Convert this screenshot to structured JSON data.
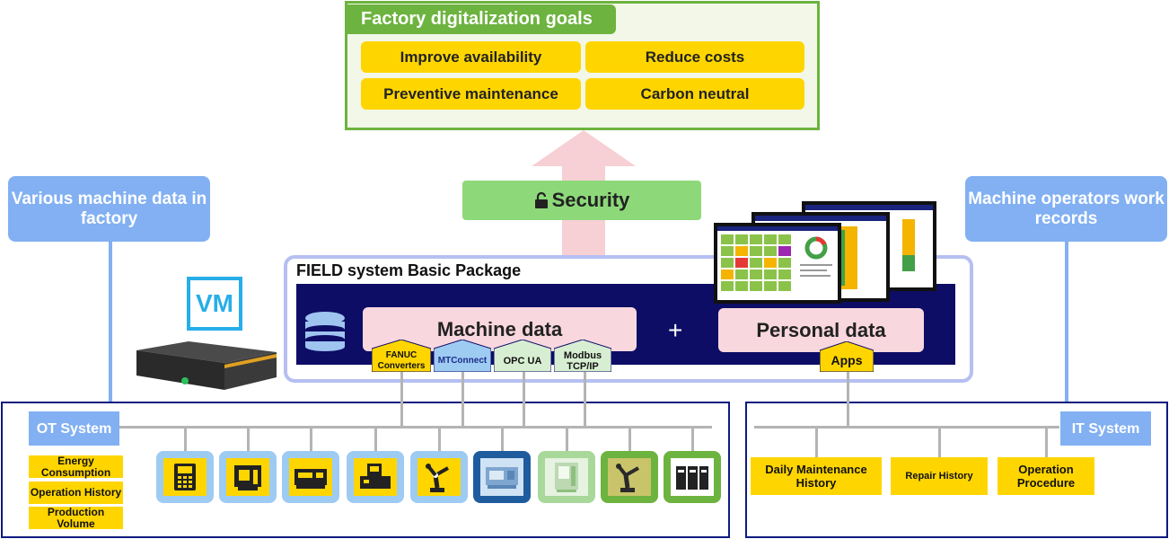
{
  "goals": {
    "title": "Factory digitalization goals",
    "items": [
      "Improve availability",
      "Reduce costs",
      "Preventive maintenance",
      "Carbon neutral"
    ]
  },
  "left_source": "Various machine data in factory",
  "right_source": "Machine operators work records",
  "security": "Security",
  "vm_label": "VM",
  "package": {
    "title": "FIELD system Basic Package",
    "machine_data": "Machine data",
    "plus": "+",
    "personal_data": "Personal data",
    "apps": "Apps",
    "protocols": [
      "FANUC Converters",
      "MTConnect",
      "OPC UA",
      "Modbus TCP/IP"
    ]
  },
  "ot": {
    "title": "OT System",
    "items": [
      "Energy Consumption",
      "Operation History",
      "Production Volume"
    ]
  },
  "it": {
    "title": "IT System",
    "items": [
      "Daily Maintenance History",
      "Repair History",
      "Operation Procedure"
    ]
  },
  "colors": {
    "green": "#6db33f",
    "yellow": "#ffd500",
    "blue": "#82b0f2",
    "navy": "#0d0d66",
    "pink": "#f9d7de"
  }
}
